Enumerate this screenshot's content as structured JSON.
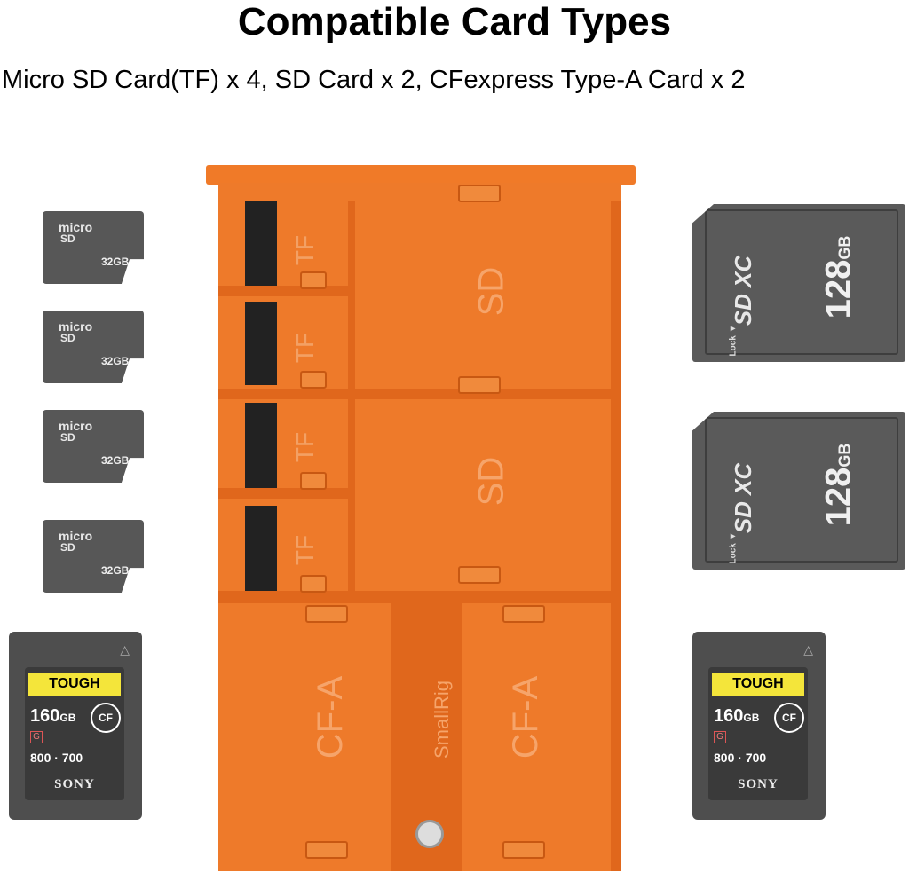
{
  "header": {
    "title": "Compatible Card Types",
    "subtitle": "Micro SD Card(TF) x 4, SD Card x 2, CFexpress Type-A Card x 2"
  },
  "micro_sd": {
    "logo_top": "micro",
    "logo_bottom": "SD",
    "capacity": "32GB"
  },
  "sd_card": {
    "logo": "SD XC",
    "capacity_number": "128",
    "capacity_unit": "GB",
    "lock": "Lock ▼"
  },
  "cfexpress": {
    "tough": "TOUGH",
    "capacity_number": "160",
    "capacity_unit": "GB",
    "cf_logo": "CF",
    "class": "G",
    "read": "800",
    "write": "700",
    "brand": "SONY"
  },
  "case": {
    "tf_label": "TF",
    "sd_label": "SD",
    "cfa_label": "CF-A",
    "brand": "SmallRig"
  },
  "colors": {
    "case_orange": "#ee7a2a",
    "card_gray": "#575757",
    "tough_yellow": "#f4e53a"
  }
}
